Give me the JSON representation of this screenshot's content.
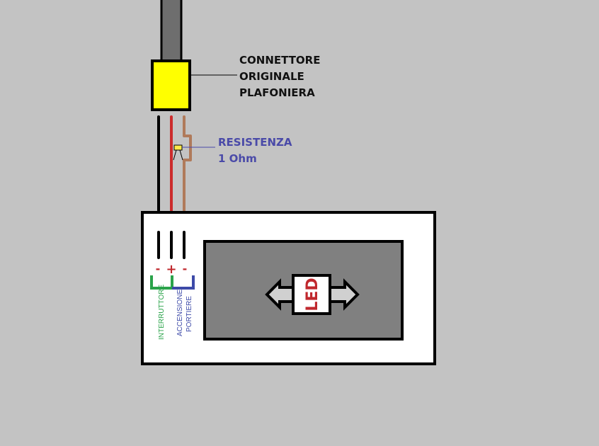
{
  "connector_label": [
    "CONNETTORE",
    "ORIGINALE",
    "PLAFONIERA"
  ],
  "resistor_label": [
    "RESISTENZA",
    "1 Ohm"
  ],
  "polarity": [
    "-",
    "+",
    "-"
  ],
  "switch_label": "INTERRUTTORE",
  "door_label": [
    "ACCENSIONE",
    "PORTIERE"
  ],
  "led_label": "LED",
  "colors": {
    "background": "#c3c3c3",
    "connector": "#ffff00",
    "wire_red": "#cc2b2b",
    "wire_brown": "#b07a5a",
    "resistor_text": "#4a4aa8",
    "switch": "#2aa34a",
    "door": "#3d4aa8",
    "led_panel": "#808080"
  }
}
